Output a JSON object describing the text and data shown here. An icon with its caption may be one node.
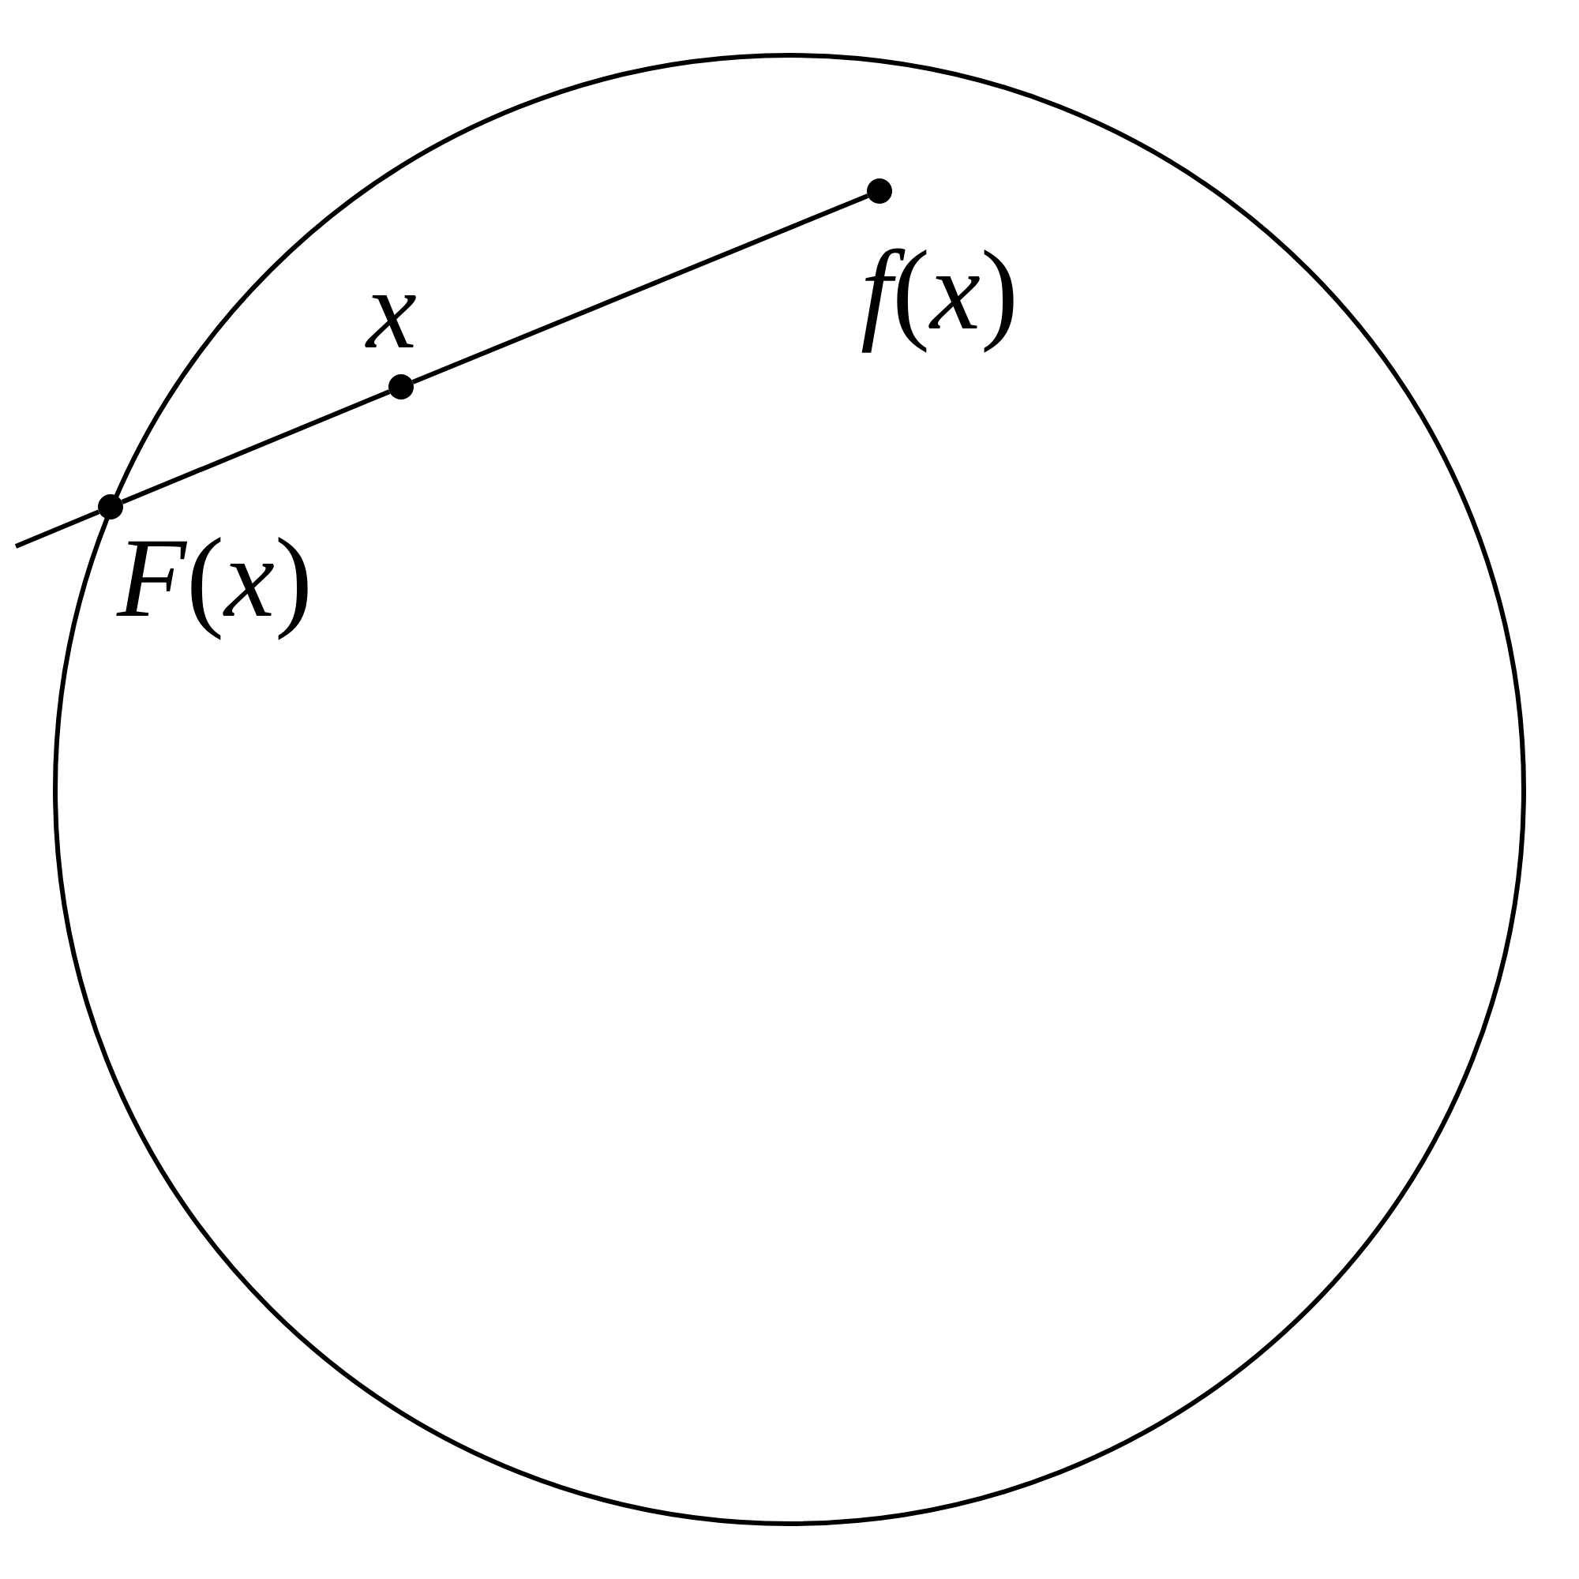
{
  "diagram": {
    "nodes": [
      {
        "text": [
          "*f*(*x*)"
        ]
      },
      {
        "text": [
          "*x*"
        ]
      },
      {
        "text": [
          "*F*(*x*)"
        ]
      }
    ],
    "edges": [
      {
        "from": 0,
        "to": 1,
        "arrow": "none"
      },
      {
        "from": 1,
        "to": 2,
        "arrow": "none"
      },
      {
        "from": 2,
        "to": null,
        "arrow": "none"
      }
    ]
  }
}
